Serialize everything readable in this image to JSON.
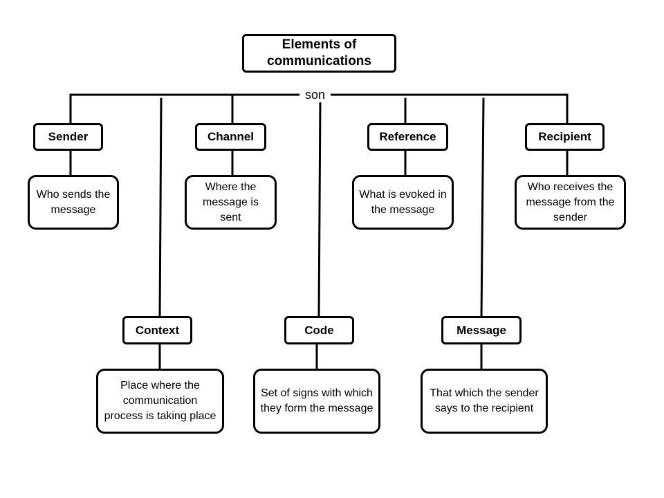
{
  "root": {
    "title": "Elements of communications"
  },
  "connector_label": "son",
  "elements": [
    {
      "label": "Sender",
      "description": "Who sends the message"
    },
    {
      "label": "Context",
      "description": "Place where the communication process is taking place"
    },
    {
      "label": "Channel",
      "description": "Where the message is sent"
    },
    {
      "label": "Code",
      "description": "Set of signs with which they form the message"
    },
    {
      "label": "Reference",
      "description": "What is evoked in the message"
    },
    {
      "label": "Message",
      "description": "That which the sender says to the recipient"
    },
    {
      "label": "Recipient",
      "description": "Who receives the message from the sender"
    }
  ],
  "colors": {
    "stroke": "#000000",
    "background": "#ffffff"
  }
}
